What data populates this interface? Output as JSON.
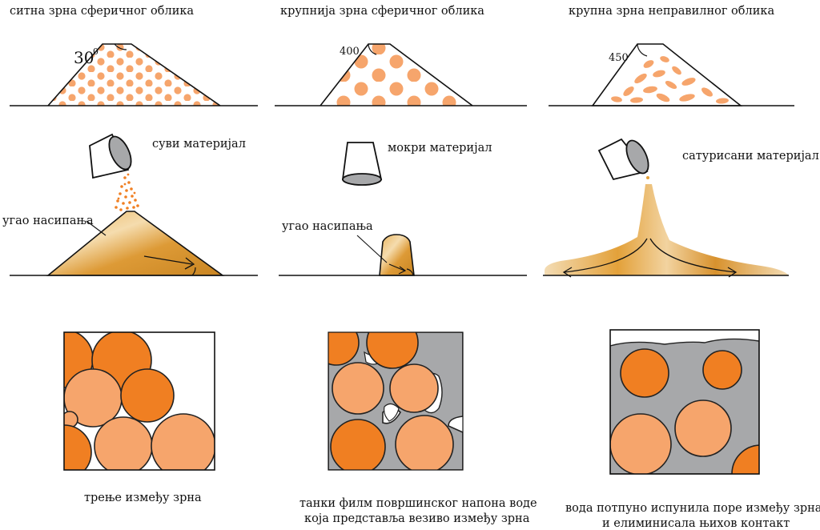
{
  "top_row": {
    "fine": {
      "title": "ситна зрна сферичног облика",
      "angle": "30",
      "angle_sup": "0"
    },
    "coarse": {
      "title": "крупнија зрна сферичног облика",
      "angle": "400"
    },
    "irregular": {
      "title": "крупна зрна неправилног облика",
      "angle": "450"
    }
  },
  "middle_row": {
    "dry": {
      "label": "суви материјал",
      "angle_label": "угао насипања"
    },
    "wet": {
      "label": "мокри материјал",
      "angle_label": "угао насипања"
    },
    "saturated": {
      "label": "сатурисани материјал"
    }
  },
  "bottom_row": {
    "friction": {
      "caption": "трење између зрна"
    },
    "film": {
      "caption_line1": "танки филм површинског напона воде",
      "caption_line2": "која представља везиво између зрна"
    },
    "filled": {
      "caption_line1": "вода потпуно испунила поре између зрна",
      "caption_line2": "и елиминисала њихов контакт"
    }
  },
  "colors": {
    "grain_dark": "#f07f22",
    "grain_light": "#f6a56c",
    "water_gray": "#a7a8aa",
    "sand": "#e3a13a",
    "sand_light": "#f3d9a8"
  }
}
